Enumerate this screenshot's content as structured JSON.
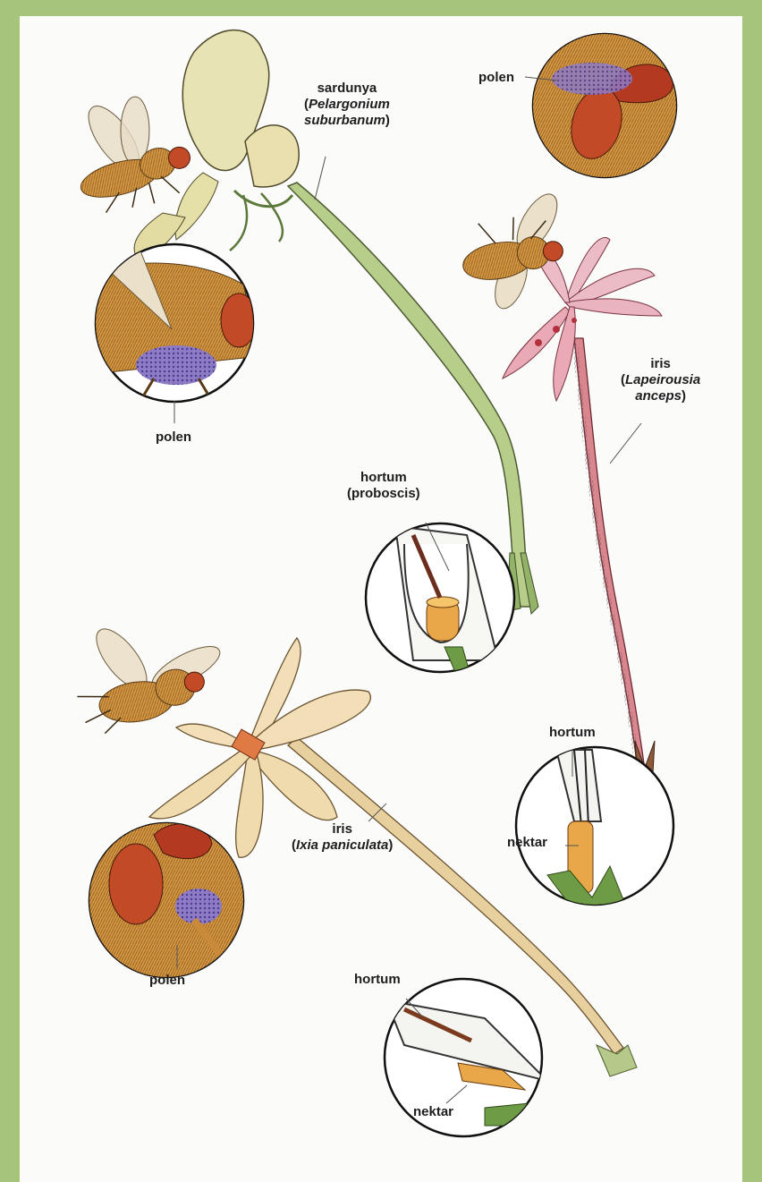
{
  "colors": {
    "frame": "#a6c57a",
    "paper": "#fbfbfa",
    "fly_body": "#c98a3a",
    "fly_eye": "#b43a22",
    "pollen": "#7a63b5",
    "pelargonium_stem": "#a8bf78",
    "lapeirousia_petal": "#e9b3bf",
    "lapeirousia_stem": "#cf7d86",
    "ixia_petal": "#f1dcb0",
    "nectar": "#e8a84a",
    "leaf": "#6e9b45"
  },
  "icons": [
    "fly-icon",
    "pelargonium-flower-icon",
    "lapeirousia-flower-icon",
    "ixia-flower-icon",
    "magnifier-circle-icon"
  ],
  "labels": {
    "pelargonium": {
      "common": "sardunya",
      "open": "(",
      "latin_1": "Pelargonium",
      "latin_2": "suburbanum",
      "close": ")"
    },
    "pollen_top_right": "polen",
    "pollen_left": "polen",
    "lapeirousia": {
      "common": "iris",
      "open": "(",
      "latin_1": "Lapeirousia",
      "latin_2": "anceps",
      "close": ")"
    },
    "proboscis_1": {
      "line_1": "hortum",
      "line_2": "(proboscis)"
    },
    "proboscis_2": "hortum",
    "nectar_2": "nektar",
    "ixia": {
      "common": "iris",
      "open": "(",
      "latin": "Ixia paniculata",
      "close": ")"
    },
    "pollen_bottom_left": "polen",
    "proboscis_3": "hortum",
    "nectar_3": "nektar"
  }
}
